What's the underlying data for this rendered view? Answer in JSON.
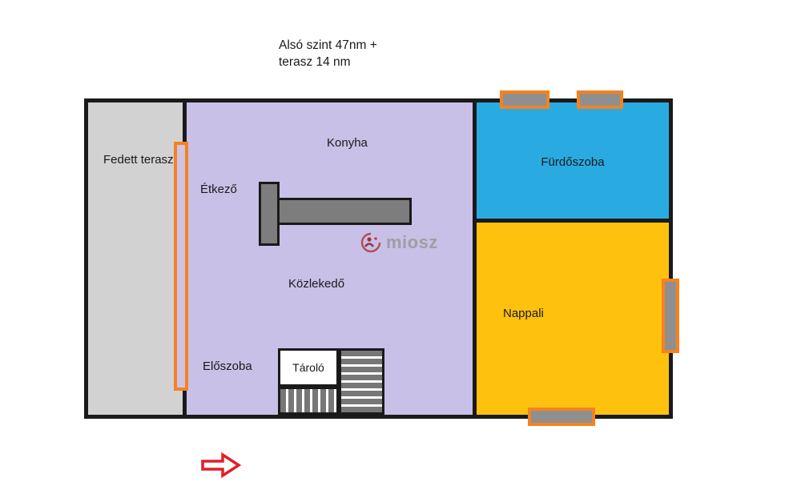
{
  "title": {
    "line1": "Alsó szint 47nm +",
    "line2": "terasz 14 nm"
  },
  "rooms": {
    "terrace": {
      "label": "Fedett terasz"
    },
    "kitchen": {
      "label": "Konyha"
    },
    "dining": {
      "label": "Étkező"
    },
    "hallway": {
      "label": "Közlekedő"
    },
    "entry": {
      "label": "Előszoba"
    },
    "storage": {
      "label": "Tároló"
    },
    "bathroom": {
      "label": "Fürdőszoba"
    },
    "living": {
      "label": "Nappali"
    }
  },
  "watermark": {
    "text": "miosz"
  },
  "colors": {
    "terrace": "#d2d2d2",
    "interior": "#c9c0e8",
    "bathroom": "#29abe2",
    "living": "#fec10d",
    "window_frame": "#f58220",
    "wall": "#1a1a1a",
    "arrow": "#e31e26",
    "furniture": "#7d7d7d"
  }
}
